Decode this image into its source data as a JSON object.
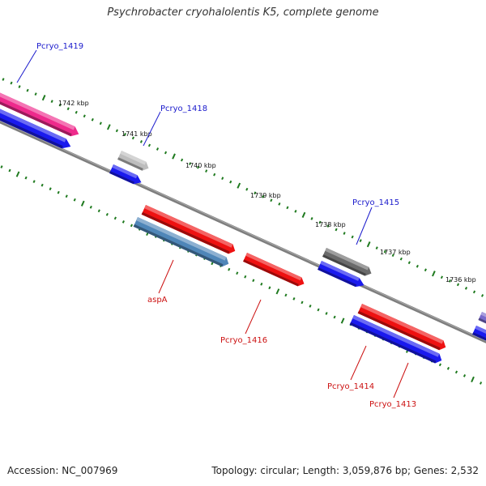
{
  "title": "Psychrobacter cryohalolentis K5, complete genome",
  "footer": {
    "accession": "Accession: NC_007969",
    "stats": "Topology: circular; Length: 3,059,876 bp; Genes: 2,532"
  },
  "ruler_labels": [
    "1742 kbp",
    "1741 kbp",
    "1740 kbp",
    "1739 kbp",
    "1738 kbp",
    "1737 kbp",
    "1736 kbp"
  ],
  "gene_labels": [
    "Pcryo_1419",
    "Pcryo_1418",
    "Pcryo_1415",
    "aspA",
    "Pcryo_1416",
    "Pcryo_1414",
    "Pcryo_1413"
  ],
  "colors": {
    "backbone": "#8a8a8a",
    "tick": "#1f7a1f",
    "label_forward": "#1a1acc",
    "label_reverse": "#cc1111",
    "gene_pink": "#ee2a8c",
    "gene_red": "#ee1111",
    "gene_blue": "#1a1aee",
    "gene_steel": "#4f86b8",
    "gene_gray": "#6a6a6a",
    "gene_lightgray": "#bdbdbd",
    "gene_purple": "#7a6acc"
  },
  "icons": [
    "arrow-gene-icon"
  ]
}
